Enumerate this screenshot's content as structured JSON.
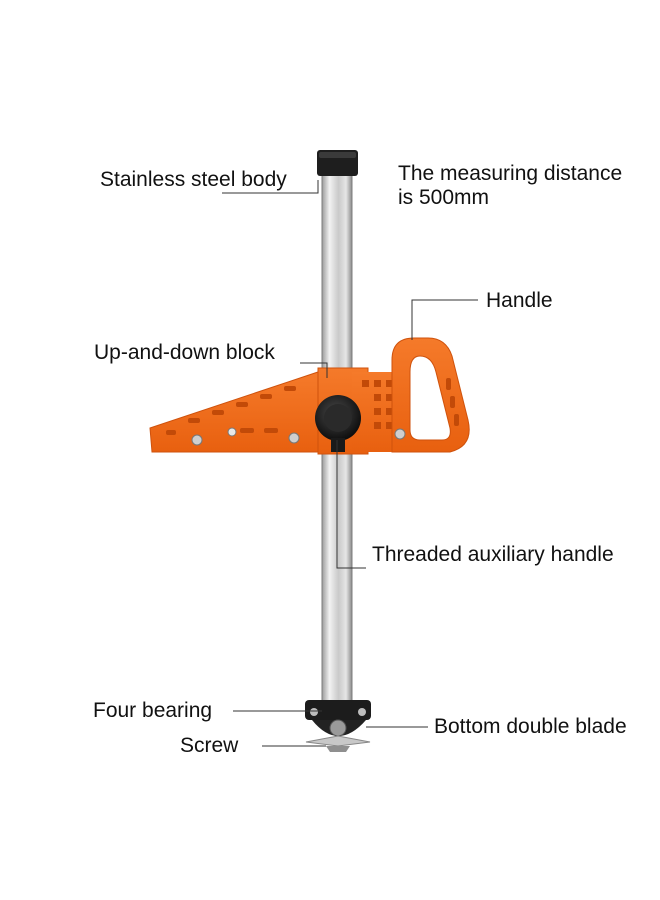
{
  "labels": {
    "body": "Stainless steel body",
    "measure_line1": "The measuring distance",
    "measure_line2": "is 500mm",
    "handle": "Handle",
    "block": "Up-and-down block",
    "threaded": "Threaded auxiliary handle",
    "bearing": "Four bearing",
    "blade": "Bottom double blade",
    "screw": "Screw"
  },
  "colors": {
    "orange": "#f26b1d",
    "orange_dark": "#d9540e",
    "steel_light": "#e9e9e9",
    "steel_mid": "#b9b9b9",
    "steel_dark": "#8c8c8c",
    "black": "#1a1a1a",
    "leader": "#333333"
  }
}
